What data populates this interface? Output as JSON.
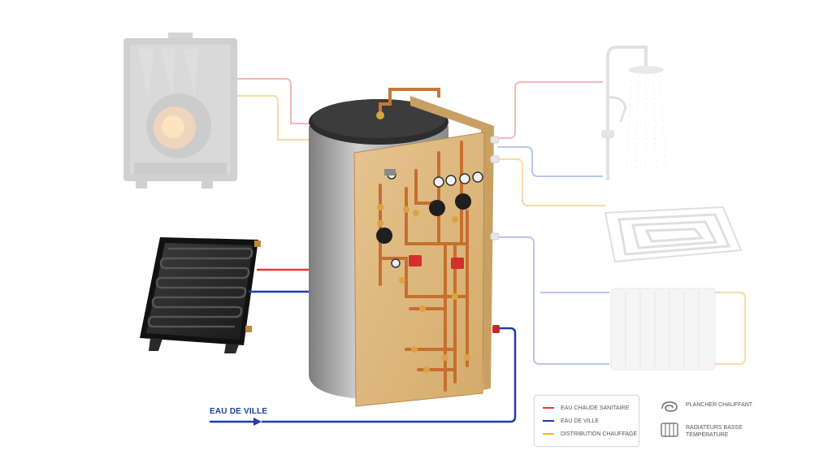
{
  "inlet": {
    "label": "EAU DE VILLE"
  },
  "legend": {
    "items": [
      {
        "label": "EAU CHAUDE SANITAIRE",
        "color": "#e53935"
      },
      {
        "label": "EAU DE VILLE",
        "color": "#1e3fa8"
      },
      {
        "label": "DISTRIBUTION CHAUFFAGE",
        "color": "#f2b233"
      }
    ]
  },
  "icon_legend": {
    "items": [
      {
        "icon": "underfloor-heating-icon",
        "label_lines": [
          "PLANCHER CHAUFFANT"
        ]
      },
      {
        "icon": "radiator-icon",
        "label_lines": [
          "RADIATEURS BASSE",
          "TEMPÉRATURE"
        ]
      }
    ]
  },
  "colors": {
    "hot_faded": "#f4b8b8",
    "cold_faded": "#b9c6e6",
    "heating_faded": "#f6dca4"
  }
}
